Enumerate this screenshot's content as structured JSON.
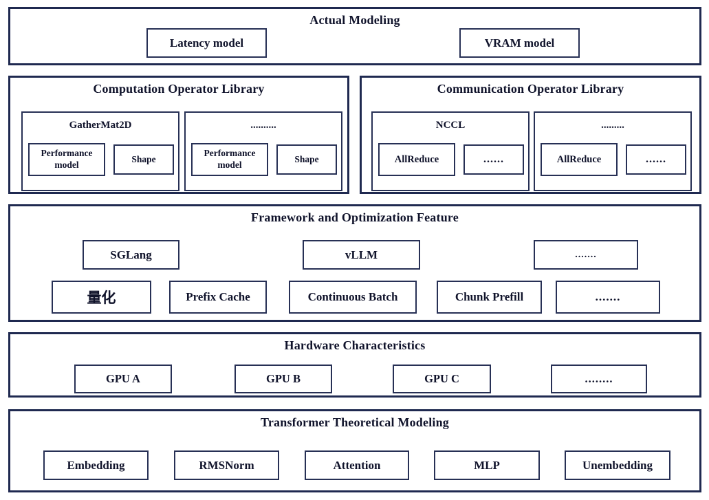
{
  "colors": {
    "frame_border": "#1f2950",
    "box_border": "#273055",
    "text": "#10132b",
    "background": "#ffffff"
  },
  "layers": {
    "actual_modeling": {
      "title": "Actual Modeling",
      "boxes": [
        "Latency model",
        "VRAM model"
      ]
    },
    "computation_library": {
      "title": "Computation Operator Library",
      "groups": [
        {
          "title": "GatherMat2D",
          "boxes": [
            "Performance model",
            "Shape"
          ]
        },
        {
          "title": "..........",
          "boxes": [
            "Performance model",
            "Shape"
          ]
        }
      ]
    },
    "communication_library": {
      "title": "Communication Operator Library",
      "groups": [
        {
          "title": "NCCL",
          "boxes": [
            "AllReduce",
            "......"
          ]
        },
        {
          "title": ".........",
          "boxes": [
            "AllReduce",
            "......"
          ]
        }
      ]
    },
    "framework": {
      "title": "Framework and Optimization Feature",
      "row1": [
        "SGLang",
        "vLLM",
        "......."
      ],
      "row2": [
        "量化",
        "Prefix Cache",
        "Continuous Batch",
        "Chunk Prefill",
        "......."
      ]
    },
    "hardware": {
      "title": "Hardware Characteristics",
      "boxes": [
        "GPU A",
        "GPU B",
        "GPU C",
        "........"
      ]
    },
    "transformer": {
      "title": "Transformer Theoretical Modeling",
      "boxes": [
        "Embedding",
        "RMSNorm",
        "Attention",
        "MLP",
        "Unembedding"
      ]
    }
  }
}
